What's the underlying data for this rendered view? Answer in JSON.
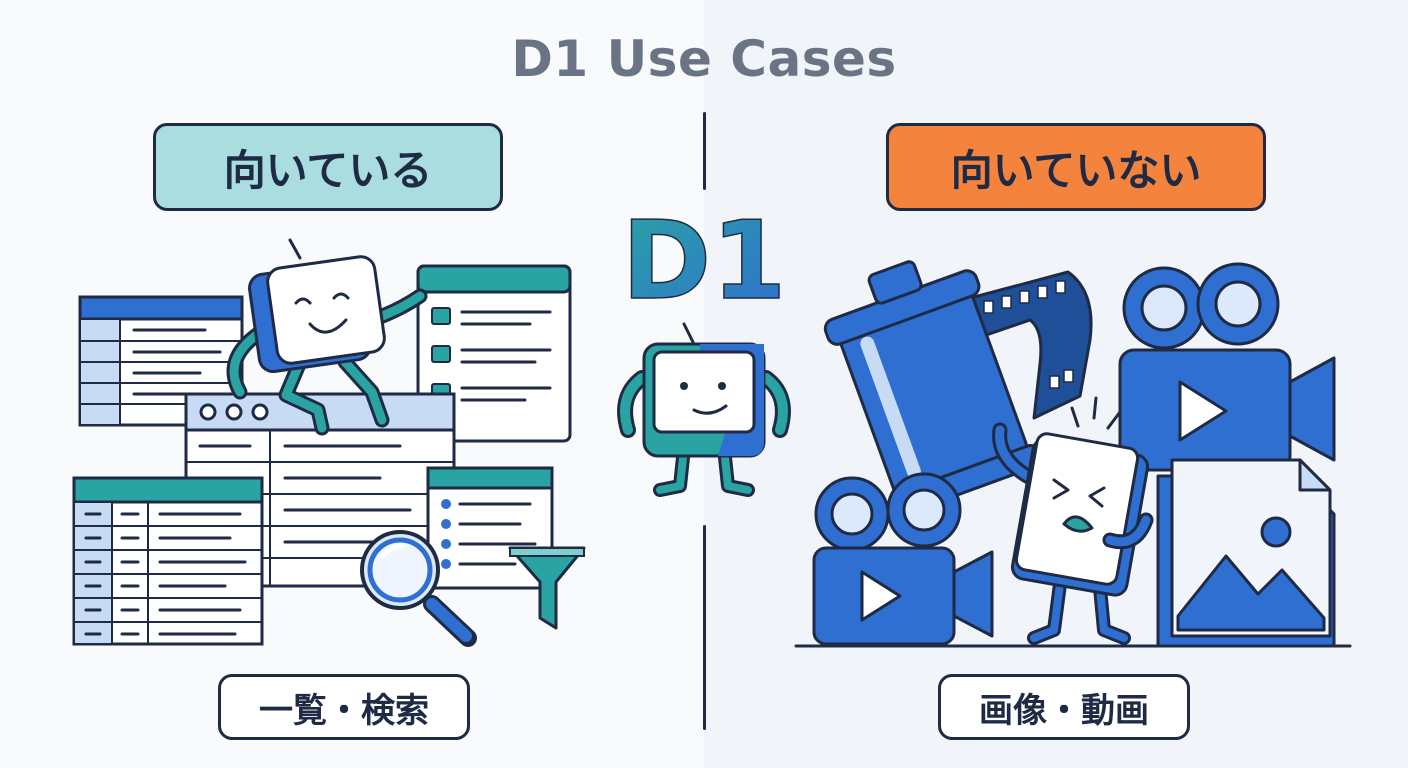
{
  "title": "D1 Use Cases",
  "left": {
    "badge": "向いている",
    "caption": "一覧・検索",
    "badge_color": "#a9dde0"
  },
  "right": {
    "badge": "向いていない",
    "caption": "画像・動画",
    "badge_color": "#f4843d"
  },
  "center": {
    "logo_text": "D1"
  },
  "colors": {
    "teal": "#2aa3a3",
    "blue": "#2f6fd1",
    "navy": "#1f2a44",
    "light_blue": "#c7dbf5"
  },
  "icons": [
    "table-icon",
    "list-icon",
    "browser-window-icon",
    "magnifier-icon",
    "filter-icon",
    "film-roll-icon",
    "video-camera-icon",
    "image-file-icon",
    "mascot-icon"
  ]
}
